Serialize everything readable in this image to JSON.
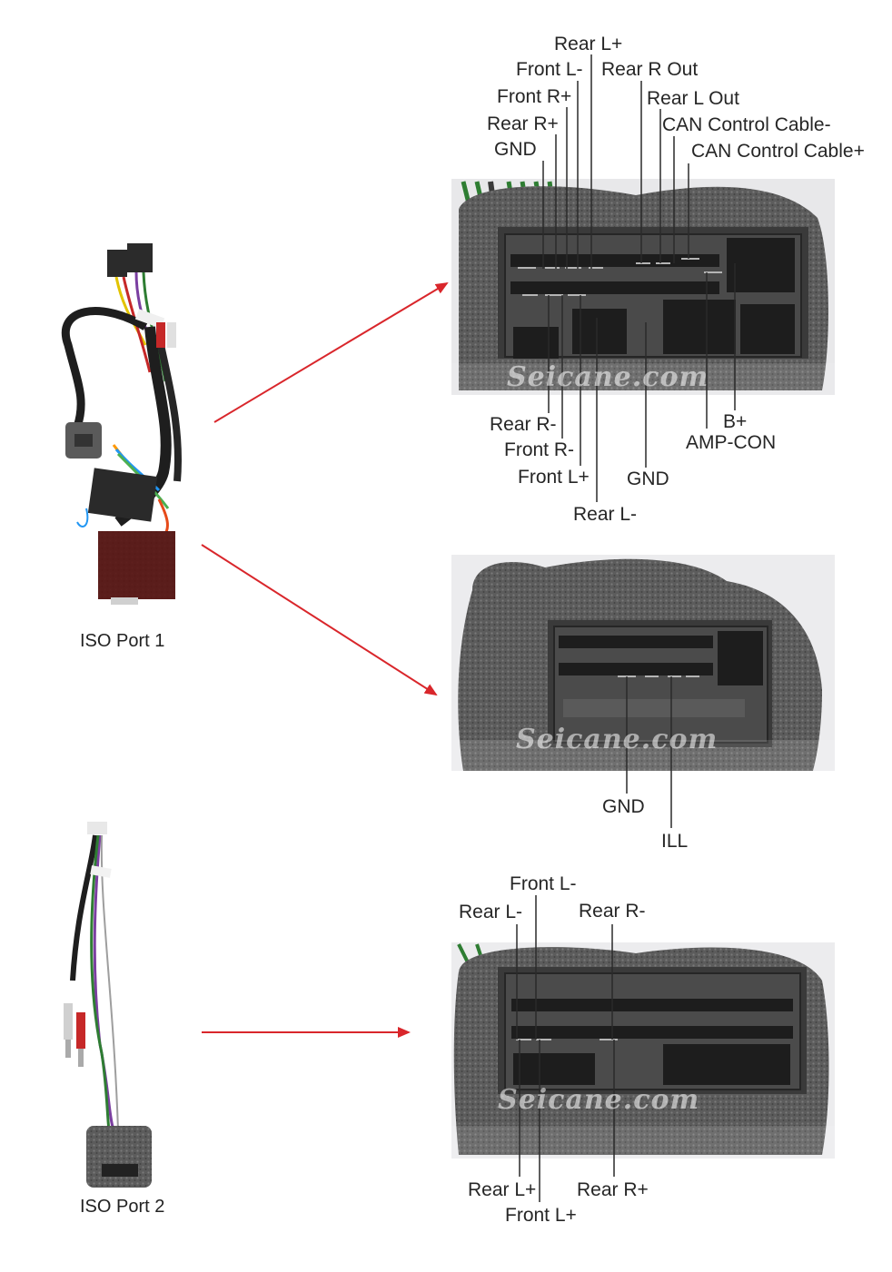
{
  "watermark": "Seicane.com",
  "ports": {
    "port1": "ISO Port 1",
    "port2": "ISO Port 2"
  },
  "connector1": {
    "top_labels": [
      "Rear L+",
      "Front L-",
      "Rear R Out",
      "Front R+",
      "Rear L Out",
      "Rear R+",
      "CAN Control Cable-",
      "GND",
      "CAN Control Cable+"
    ],
    "bottom_labels": [
      "Rear R-",
      "Front R-",
      "Front L+",
      "GND",
      "Rear L-",
      "B+",
      "AMP-CON"
    ]
  },
  "connector2": {
    "bottom_labels": [
      "GND",
      "ILL"
    ]
  },
  "connector3": {
    "top_labels": [
      "Front L-",
      "Rear L-",
      "Rear R-"
    ],
    "bottom_labels": [
      "Rear L+",
      "Rear R+",
      "Front L+"
    ]
  },
  "colors": {
    "arrow": "#d9262b",
    "foam": "#5a5a5a",
    "connector": "#3a3a3a"
  }
}
